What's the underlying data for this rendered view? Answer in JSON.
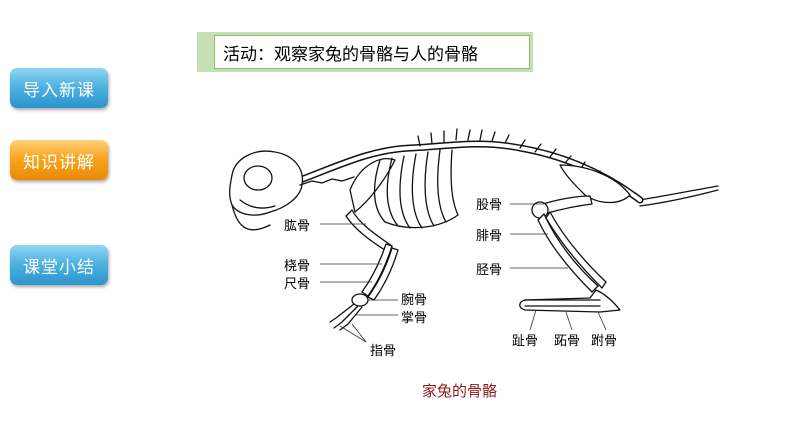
{
  "nav": {
    "intro": "导入新课",
    "knowledge": "知识讲解",
    "summary": "课堂小结"
  },
  "activity_title": "活动：观察家兔的骨骼与人的骨骼",
  "labels": {
    "humerus": "肱骨",
    "radius": "桡骨",
    "ulna": "尺骨",
    "carpals": "腕骨",
    "metacarpals": "掌骨",
    "phalanges_hand": "指骨",
    "femur": "股骨",
    "fibula": "腓骨",
    "tibia": "胫骨",
    "phalanges_foot": "趾骨",
    "metatarsals": "跖骨",
    "tarsals": "跗骨"
  },
  "caption": "家兔的骨骼",
  "colors": {
    "caption": "#8b1a1a",
    "nav_blue": "#4fb3e3",
    "nav_orange": "#f7a51f",
    "title_frame": "#c5e0b3"
  }
}
